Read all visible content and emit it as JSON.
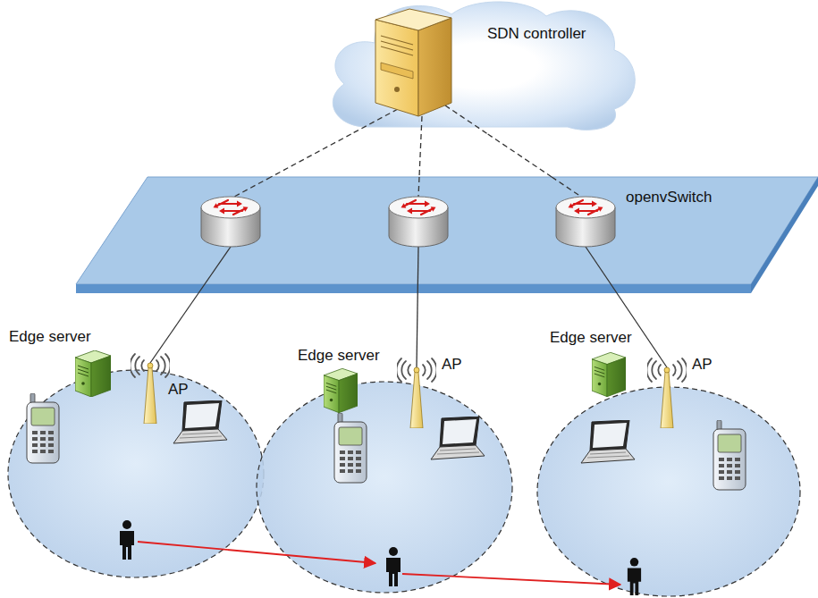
{
  "diagram": {
    "nodes": [
      {
        "text": [
          "SDN controller"
        ]
      },
      {
        "text": [
          "openvSwitch"
        ]
      },
      {
        "text": [
          "Edge server",
          "AP"
        ]
      },
      {
        "text": [
          "Edge server",
          "AP"
        ]
      },
      {
        "text": [
          "Edge server",
          "AP"
        ]
      }
    ],
    "edges": [
      {
        "from": 0,
        "to": 1,
        "arrow": "none"
      },
      {
        "from": 0,
        "to": 1,
        "arrow": "none"
      },
      {
        "from": 0,
        "to": 1,
        "arrow": "none"
      },
      {
        "from": 1,
        "to": 2,
        "arrow": "none"
      },
      {
        "from": 1,
        "to": 3,
        "arrow": "none"
      },
      {
        "from": 1,
        "to": 4,
        "arrow": "none"
      }
    ]
  }
}
